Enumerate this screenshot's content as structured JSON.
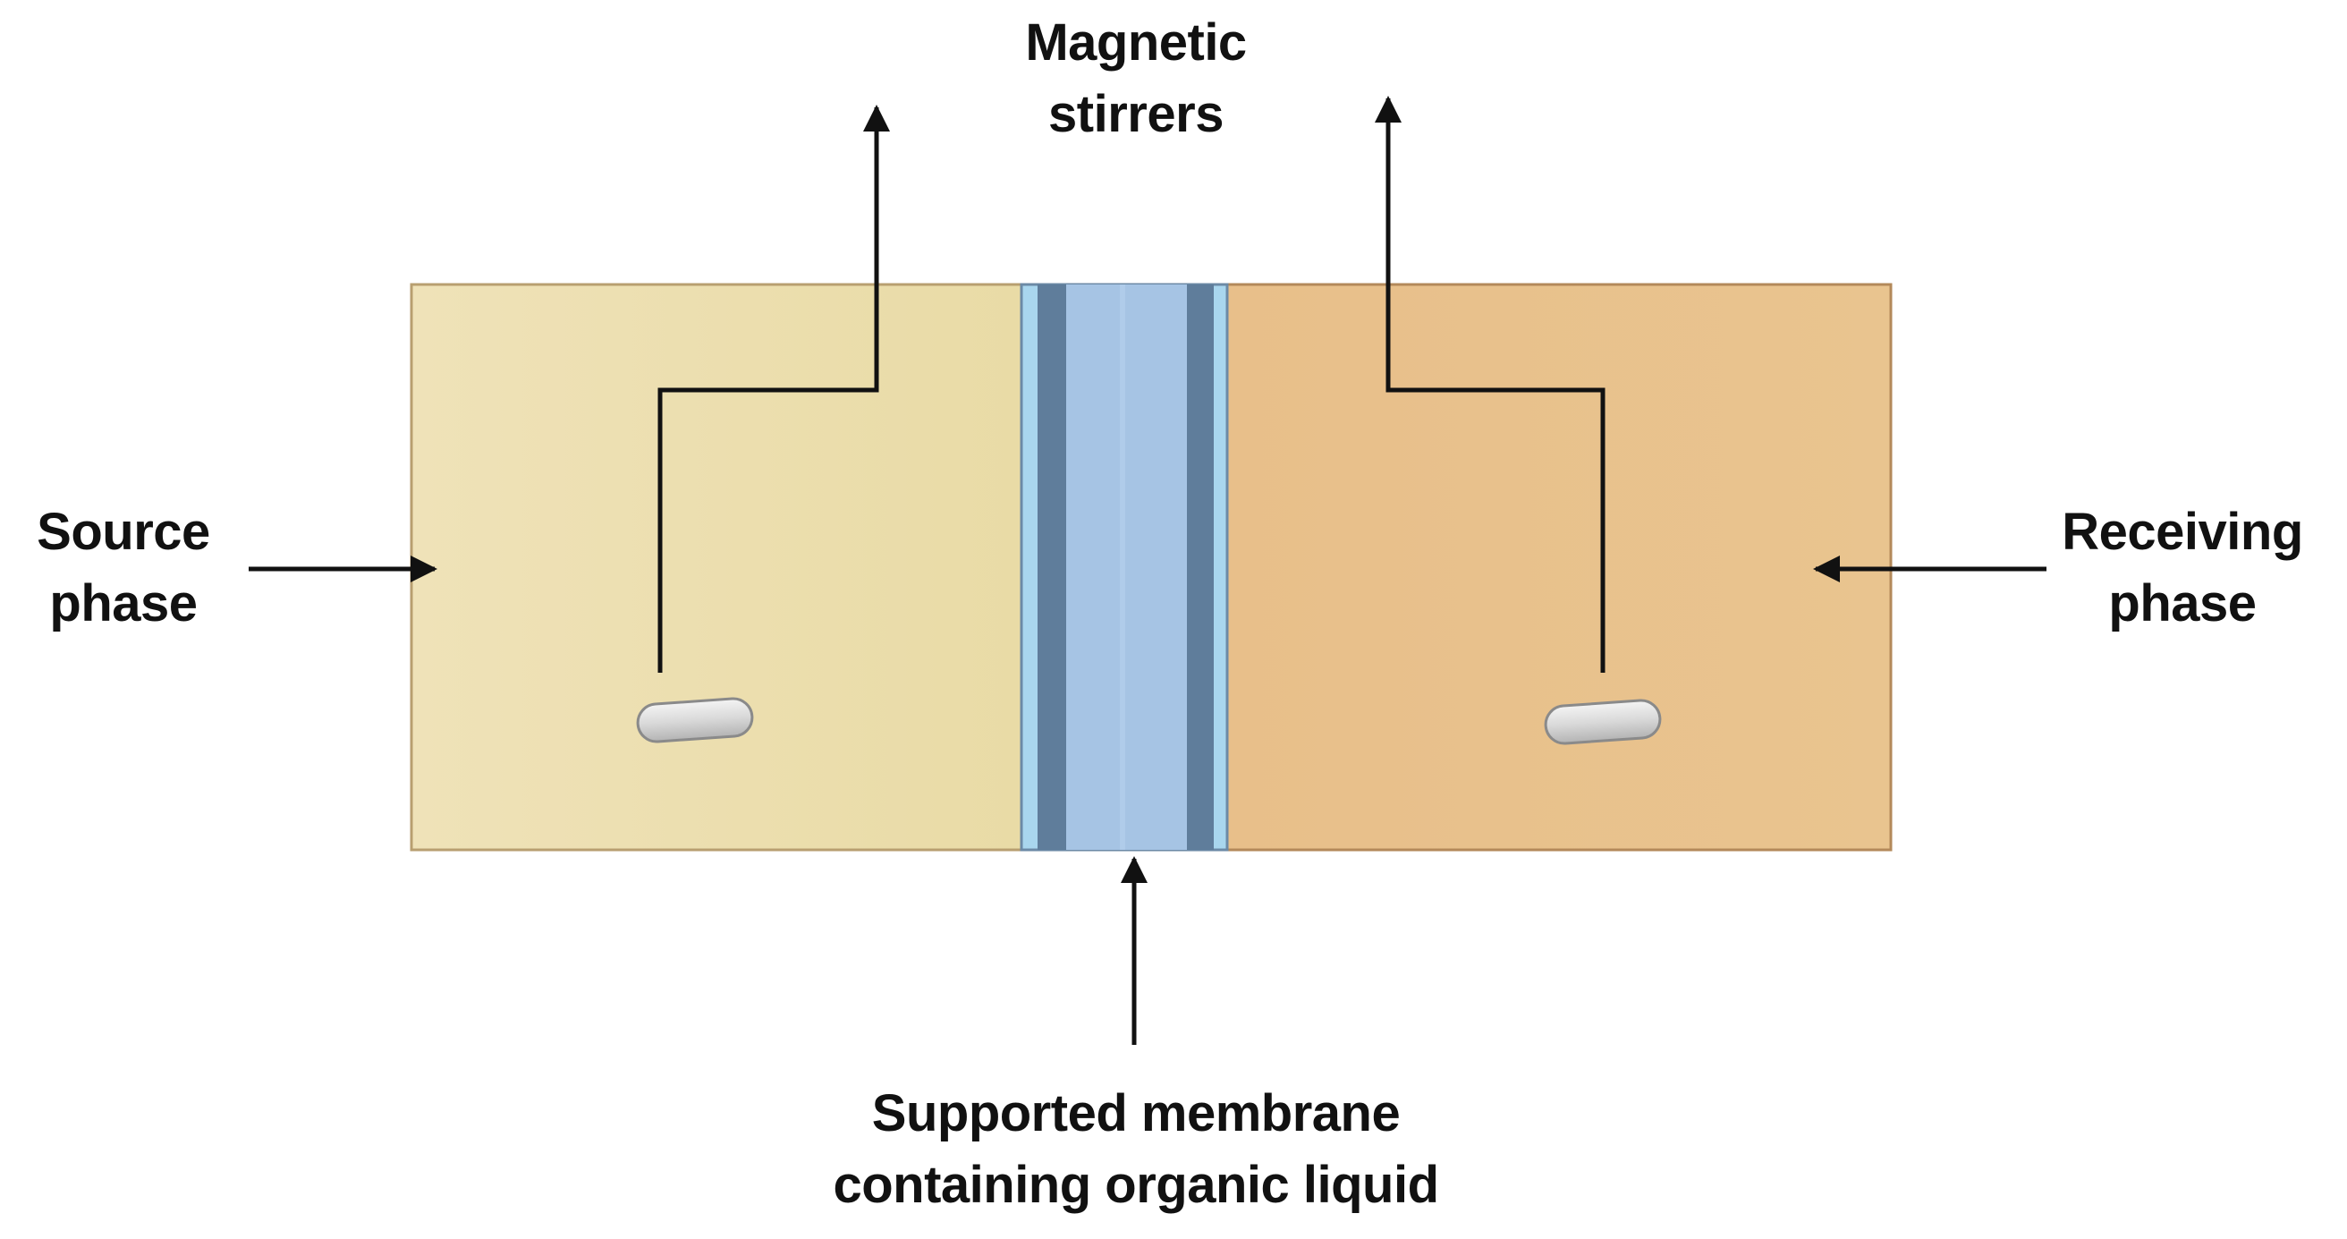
{
  "labels": {
    "magnetic_stirrers": {
      "line1": "Magnetic",
      "line2": "stirrers"
    },
    "source_phase": {
      "line1": "Source",
      "line2": "phase"
    },
    "receiving_phase": {
      "line1": "Receiving",
      "line2": "phase"
    },
    "supported_membrane": {
      "line1": "Supported membrane",
      "line2": "containing organic liquid"
    }
  },
  "colors": {
    "source_phase_fill": "#ece0b0",
    "receiving_phase_fill": "#e8c08c",
    "membrane_outer": "#a8d4ec",
    "membrane_dark": "#5a7a98",
    "membrane_inner": "#a8c6e6",
    "stirrer_bar": "#d8d8d8",
    "line": "#111111"
  }
}
